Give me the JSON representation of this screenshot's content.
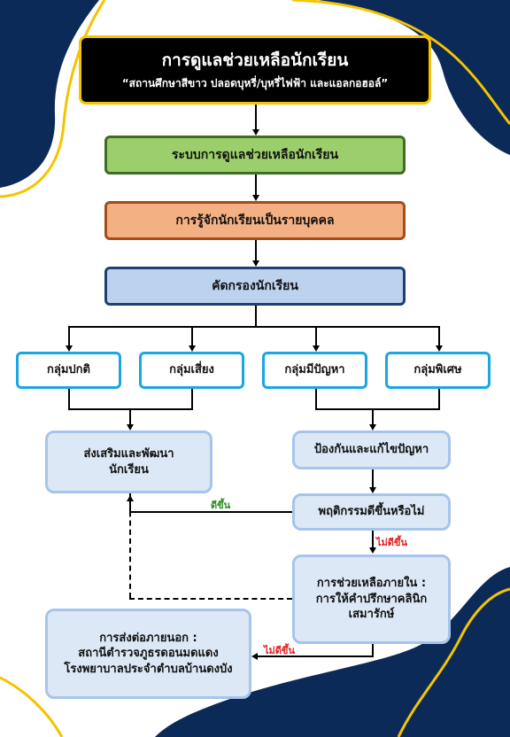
{
  "title": {
    "main": "การดูแลช่วยเหลือนักเรียน",
    "sub": "“สถานศึกษาสีขาว ปลอดบุหรี่/บุหรี่ไฟฟ้า และแอลกอฮอล์”"
  },
  "steps": {
    "system": "ระบบการดูแลช่วยเหลือนักเรียน",
    "know": "การรู้จักนักเรียนเป็นรายบุคคล",
    "screen": "คัดกรองนักเรียน"
  },
  "groups": [
    "กลุ่มปกติ",
    "กลุ่มเสี่ยง",
    "กลุ่มมีปัญหา",
    "กลุ่มพิเศษ"
  ],
  "promote": {
    "line1": "ส่งเสริมและพัฒนา",
    "line2": "นักเรียน"
  },
  "prevent": "ป้องกันและแก้ไขปัญหา",
  "behavior": "พฤติกรรมดีขึ้นหรือไม่",
  "inner_help": {
    "line1": "การช่วยเหลือภายใน :",
    "line2": "การให้คำปรึกษาคลินิก",
    "line3": "เสมารักษ์"
  },
  "outer_help": {
    "line1": "การส่งต่อภายนอก :",
    "line2": "สถานีตำรวจภูธรดอนมดแดง",
    "line3": "โรงพยาบาลประจำตำบลบ้านดงบัง"
  },
  "labels": {
    "better": "ดีขึ้น",
    "not_better_1": "ไม่ดีขึ้น",
    "not_better_2": "ไม่ดีขึ้น"
  },
  "colors": {
    "navy": "#0c2a58",
    "yellow": "#f5c400",
    "green_text": "#2e8b1e",
    "red_text": "#e01e1e"
  }
}
